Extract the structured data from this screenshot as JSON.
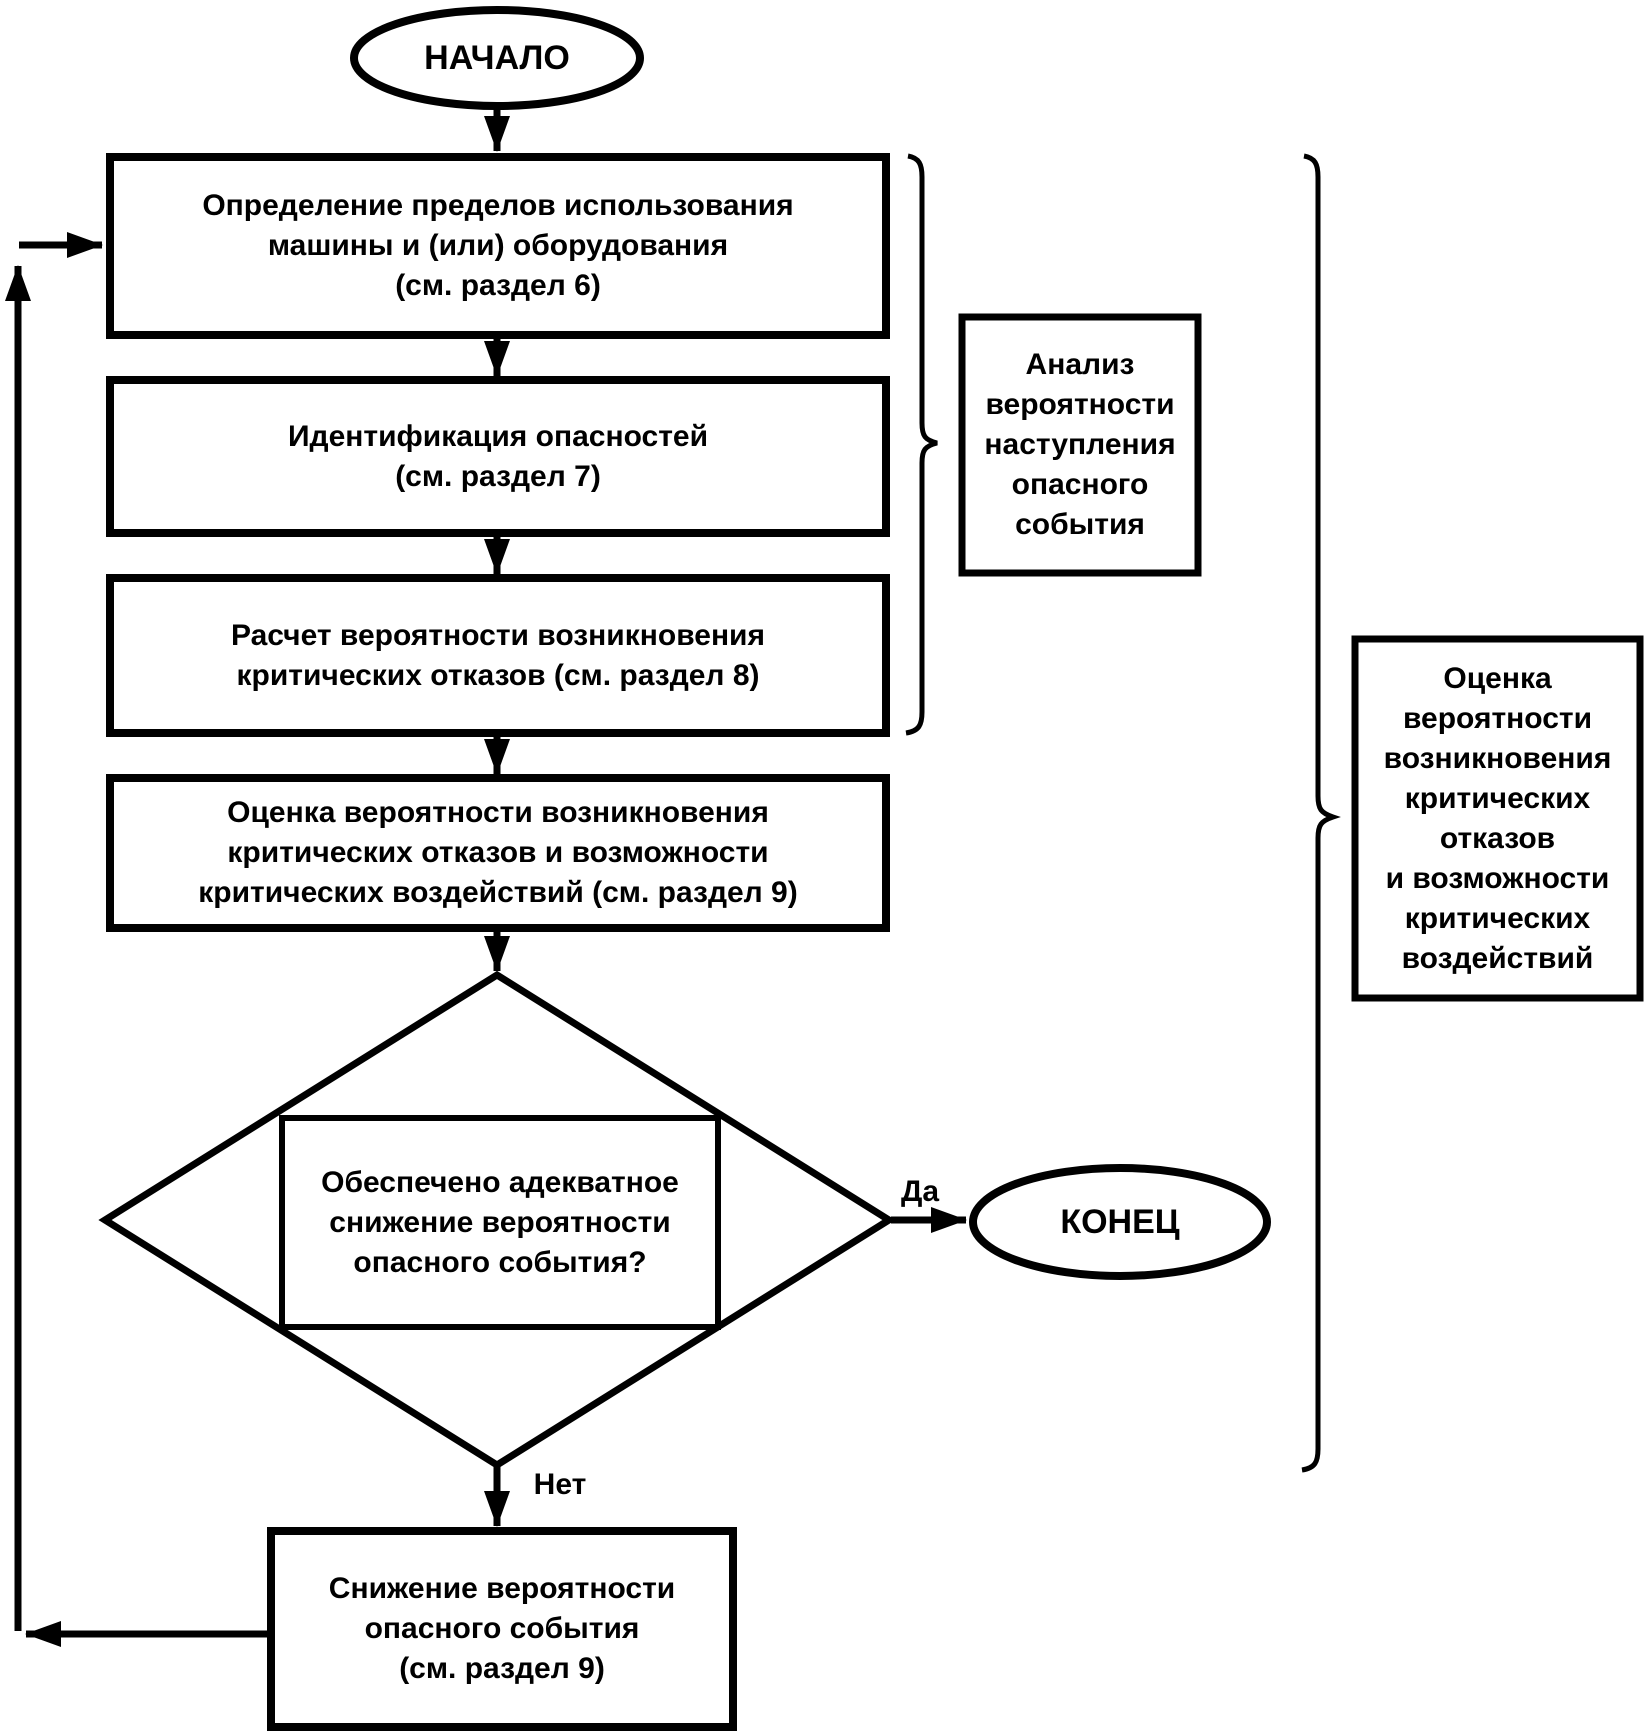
{
  "colors": {
    "stroke": "#000000",
    "background": "#ffffff",
    "text": "#000000"
  },
  "nodes": {
    "start": {
      "shape": "terminator",
      "label": "НАЧАЛО"
    },
    "define_limits": {
      "shape": "process",
      "lines": [
        "Определение пределов использования",
        "машины и (или) оборудования",
        "(см. раздел 6)"
      ]
    },
    "identify_hazards": {
      "shape": "process",
      "lines": [
        "Идентификация опасностей",
        "(см. раздел 7)"
      ]
    },
    "calc_probability": {
      "shape": "process",
      "lines": [
        "Расчет вероятности возникновения",
        "критических отказов (см. раздел 8)"
      ]
    },
    "evaluate_probability": {
      "shape": "process",
      "lines": [
        "Оценка вероятности возникновения",
        "критических отказов и возможности",
        "критических воздействий (см. раздел 9)"
      ]
    },
    "decision": {
      "shape": "decision",
      "lines": [
        "Обеспечено адекватное",
        "снижение вероятности",
        "опасного события?"
      ]
    },
    "end": {
      "shape": "terminator",
      "label": "КОНЕЦ"
    },
    "reduce_probability": {
      "shape": "process",
      "lines": [
        "Снижение вероятности",
        "опасного события",
        "(см. раздел 9)"
      ]
    }
  },
  "edges": {
    "yes_label": "Да",
    "no_label": "Нет"
  },
  "annotations": {
    "analysis": {
      "lines": [
        "Анализ",
        "вероятности",
        "наступления",
        "опасного",
        "события"
      ]
    },
    "evaluation": {
      "lines": [
        "Оценка",
        "вероятности",
        "возникновения",
        "критических",
        "отказов",
        "и возможности",
        "критических",
        "воздействий"
      ]
    }
  }
}
